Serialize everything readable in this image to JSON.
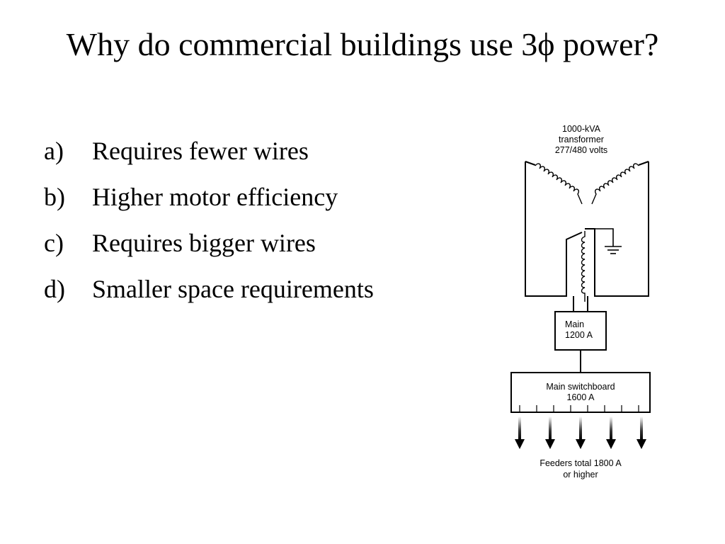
{
  "slide": {
    "title": "Why do commercial buildings use 3ϕ power?",
    "options": [
      {
        "marker": "a)",
        "text": "Requires fewer wires"
      },
      {
        "marker": "b)",
        "text": "Higher motor efficiency"
      },
      {
        "marker": "c)",
        "text": "Requires bigger wires"
      },
      {
        "marker": "d)",
        "text": "Smaller space requirements"
      }
    ]
  },
  "diagram": {
    "transformer_label": [
      "1000-kVA",
      "transformer",
      "277/480 volts"
    ],
    "main_label": [
      "Main",
      "1200 A"
    ],
    "switchboard_label": [
      "Main switchboard",
      "1600 A"
    ],
    "feeders_label": [
      "Feeders total 1800 A",
      "or higher"
    ],
    "feeder_count": 5
  }
}
